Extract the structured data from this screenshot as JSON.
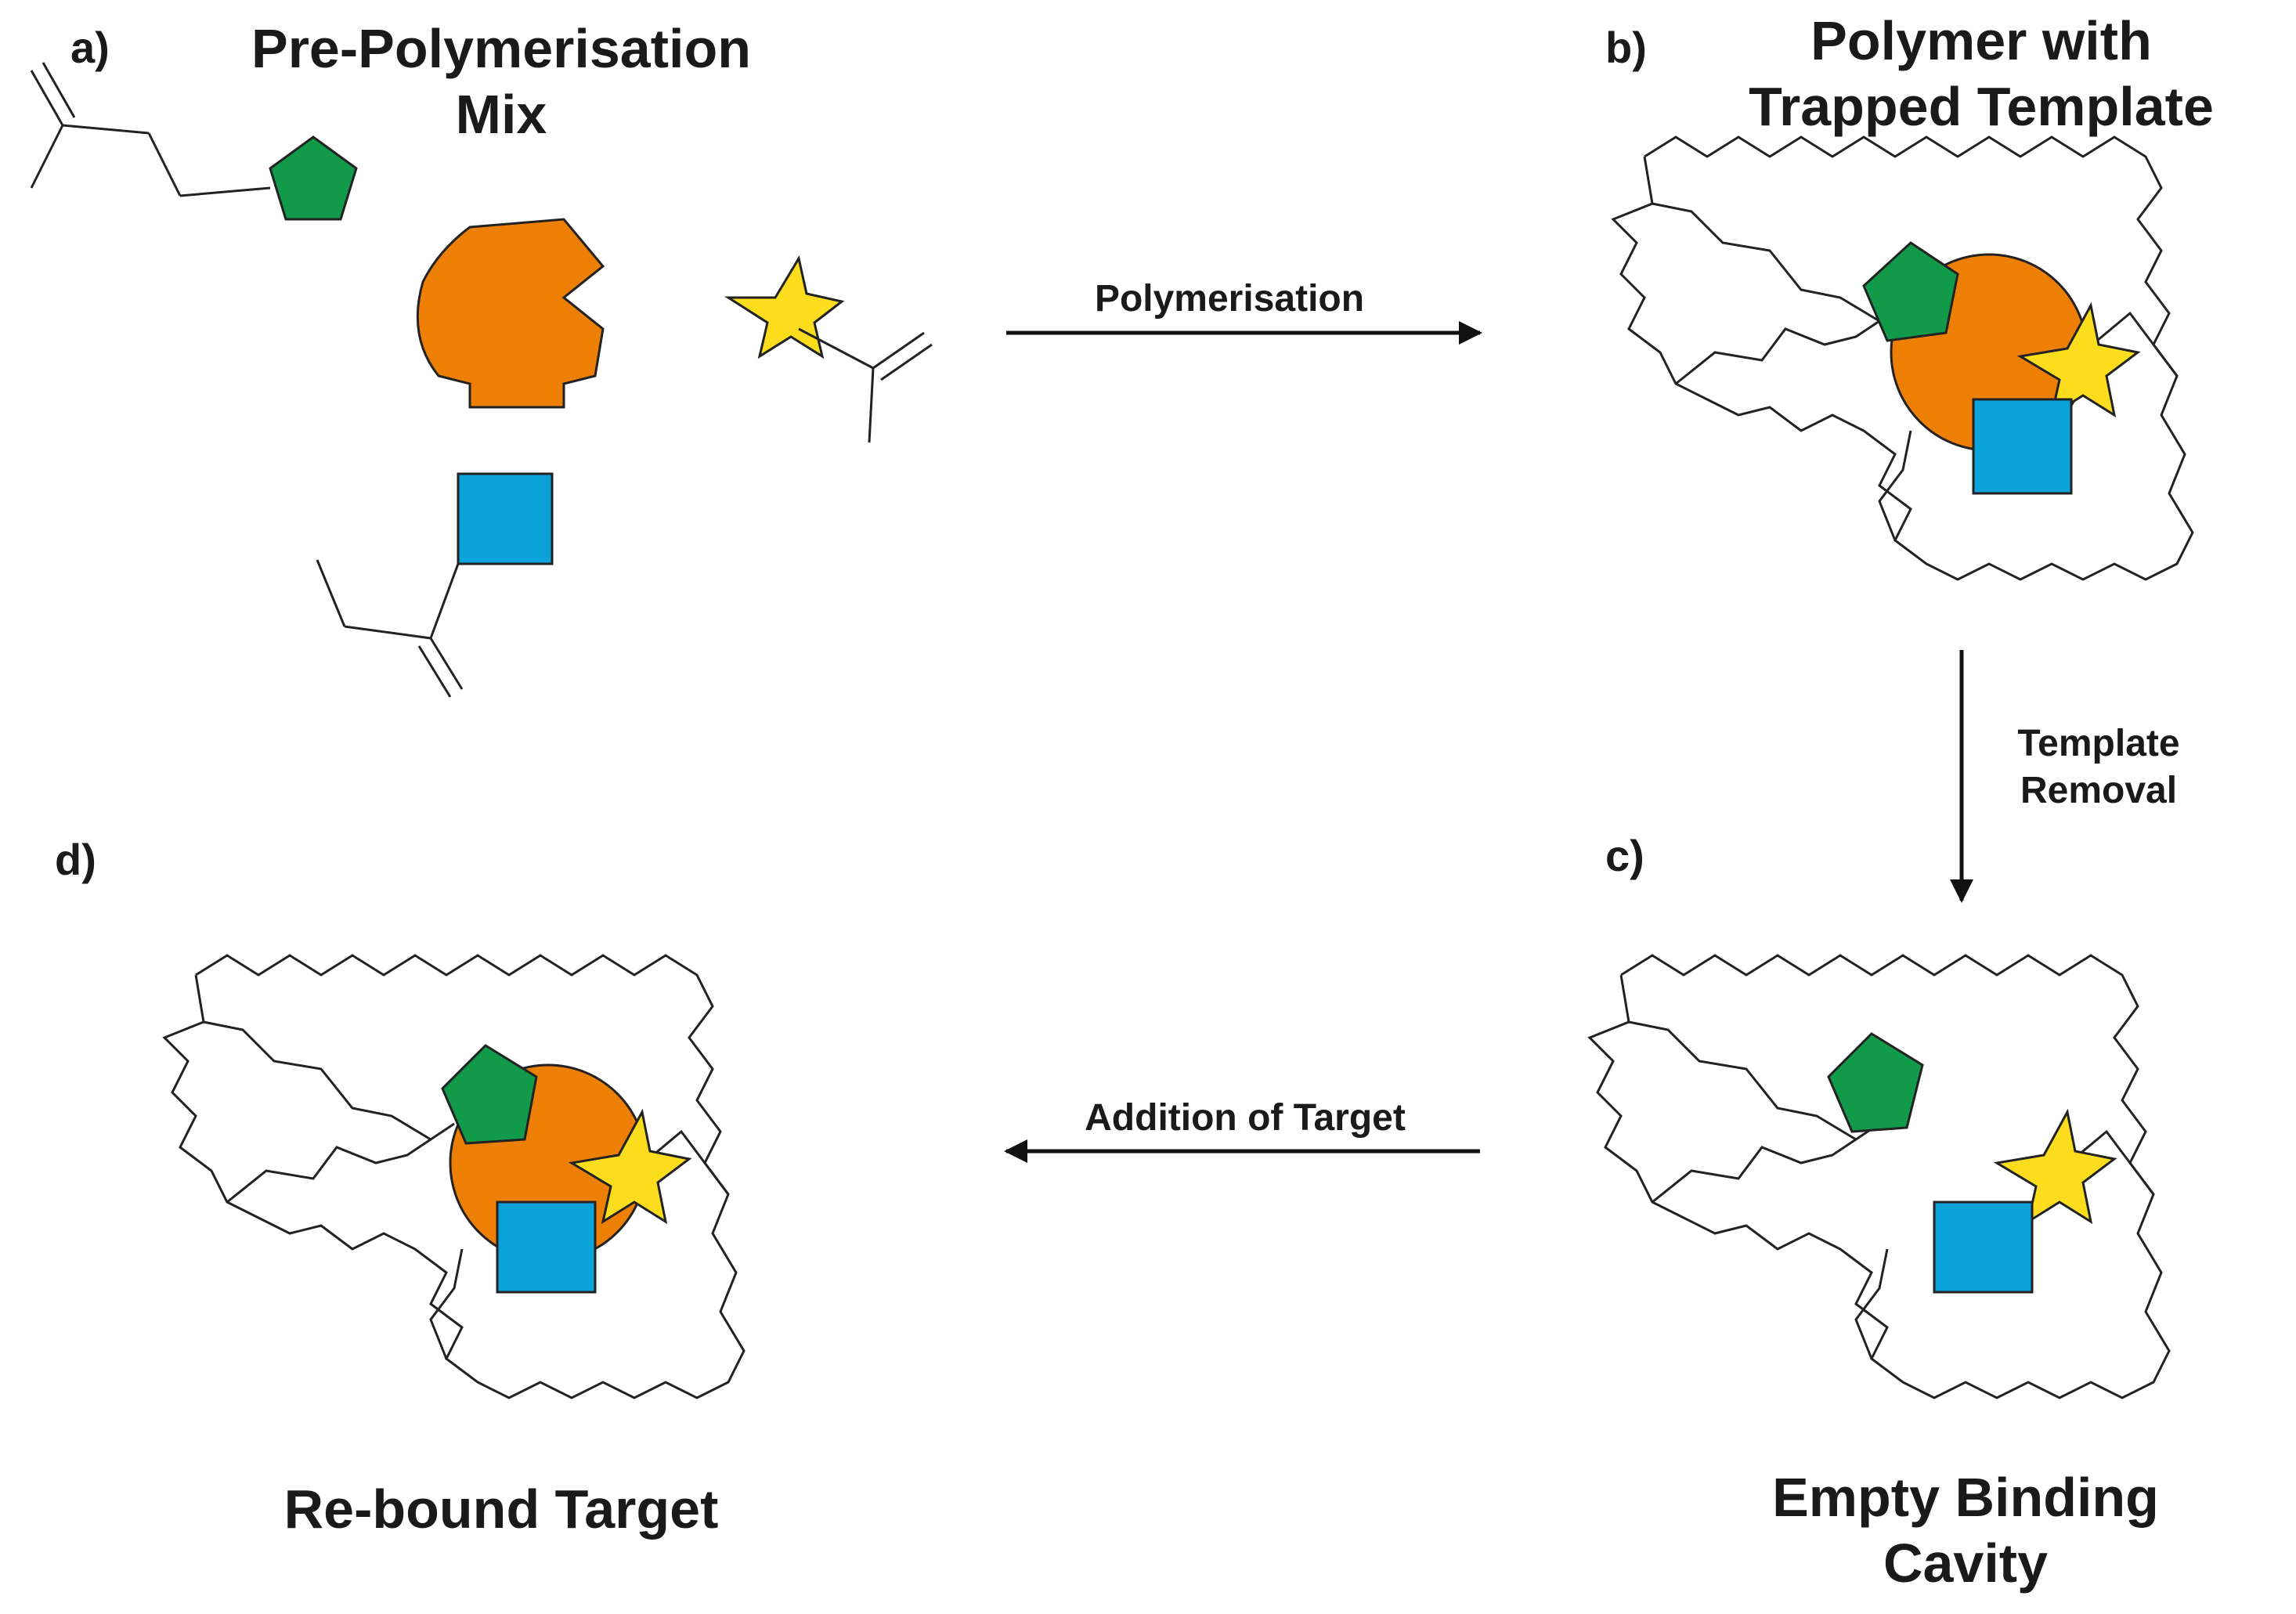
{
  "panels": {
    "a": {
      "letter": "a)",
      "title_line1": "Pre-Polymerisation",
      "title_line2": "Mix"
    },
    "b": {
      "letter": "b)",
      "title_line1": "Polymer with",
      "title_line2": "Trapped Template"
    },
    "c": {
      "letter": "c)",
      "title_line1": "Empty Binding",
      "title_line2": "Cavity"
    },
    "d": {
      "letter": "d)",
      "title": "Re-bound Target"
    }
  },
  "steps": {
    "polymerisation": "Polymerisation",
    "template_removal_line1": "Template",
    "template_removal_line2": "Removal",
    "addition_of_target": "Addition of Target"
  },
  "colors": {
    "template": "#EE7F05",
    "pentagon": "#129A4B",
    "star": "#FBDD1E",
    "square": "#0BA2DA",
    "line": "#222222",
    "background": "#ffffff"
  }
}
